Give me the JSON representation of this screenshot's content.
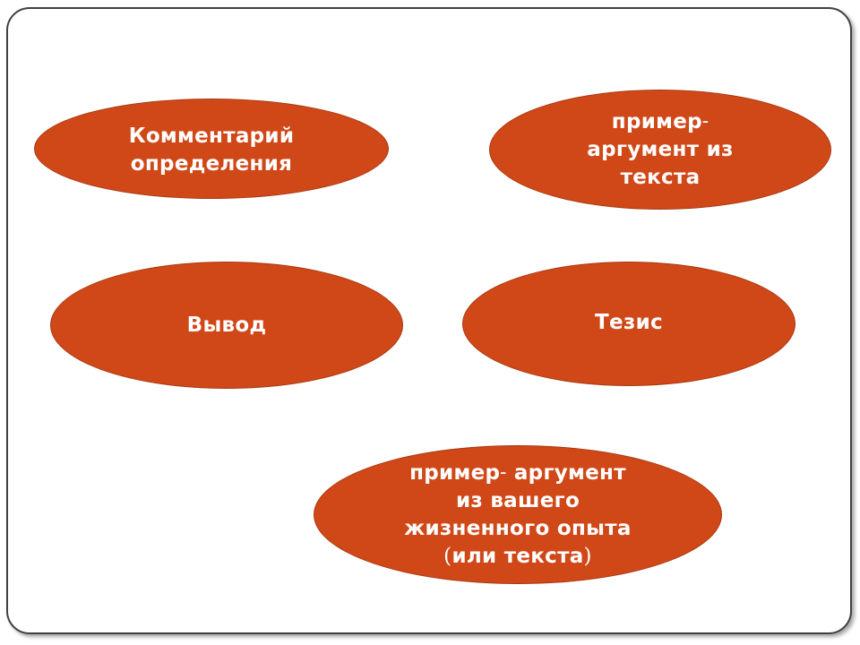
{
  "diagram": {
    "nodes": {
      "comment": {
        "line1": "Комментарий",
        "line2": "определения"
      },
      "example_text": {
        "line1_word": "пример",
        "line1_dash": "–",
        "line2": "аргумент из",
        "line3": "текста"
      },
      "conclusion": {
        "label": "Вывод"
      },
      "thesis": {
        "label": "Тезис"
      },
      "example_life": {
        "line1_word": "пример",
        "line1_dash": "–",
        "line1_rest": " аргумент",
        "line2": "из вашего",
        "line3": "жизненного опыта",
        "line4_open": "(",
        "line4_text": "или текста",
        "line4_close": ")"
      }
    },
    "colors": {
      "oval_fill": "#d04818",
      "oval_border": "#a83a12",
      "text": "#ffffff",
      "frame_border": "#404040"
    }
  }
}
